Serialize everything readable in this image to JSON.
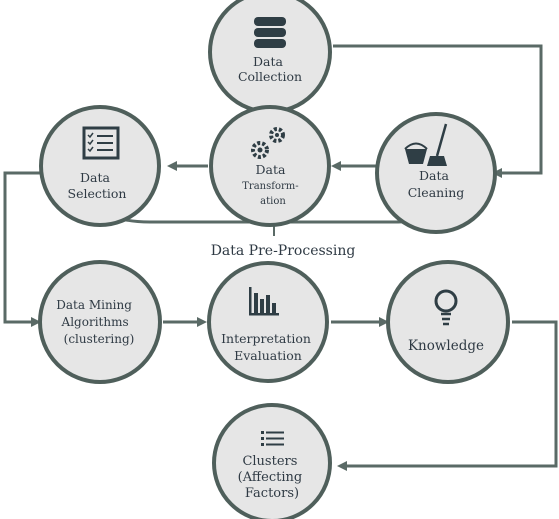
{
  "diagram": {
    "colors": {
      "node_fill": "#e6e6e6",
      "node_stroke": "#4f5f5b",
      "arrow": "#5a6a66",
      "icon": "#2f3e45",
      "text": "#2f3a44"
    },
    "nodes": {
      "collection": {
        "lines": [
          "Data",
          "Collection"
        ],
        "icon": "database-icon"
      },
      "cleaning": {
        "lines": [
          "Data",
          "Cleaning"
        ],
        "icon": "bucket-mop-icon"
      },
      "transformation": {
        "lines": [
          "Data",
          "Transform-",
          "ation"
        ],
        "icon": "gears-icon"
      },
      "selection": {
        "lines": [
          "Data",
          "Selection"
        ],
        "icon": "checklist-icon"
      },
      "mining": {
        "lines": [
          "Data Mining",
          "Algorithms",
          "(clustering)"
        ],
        "icon": ""
      },
      "interpretation": {
        "lines": [
          "Interpretation",
          "Evaluation"
        ],
        "icon": "bar-chart-icon"
      },
      "knowledge": {
        "lines": [
          "Knowledge"
        ],
        "icon": "lightbulb-icon"
      },
      "clusters": {
        "lines": [
          "Clusters",
          "(Affecting",
          "Factors)"
        ],
        "icon": "list-icon"
      }
    },
    "preprocessing_label": "Data Pre-Processing"
  }
}
